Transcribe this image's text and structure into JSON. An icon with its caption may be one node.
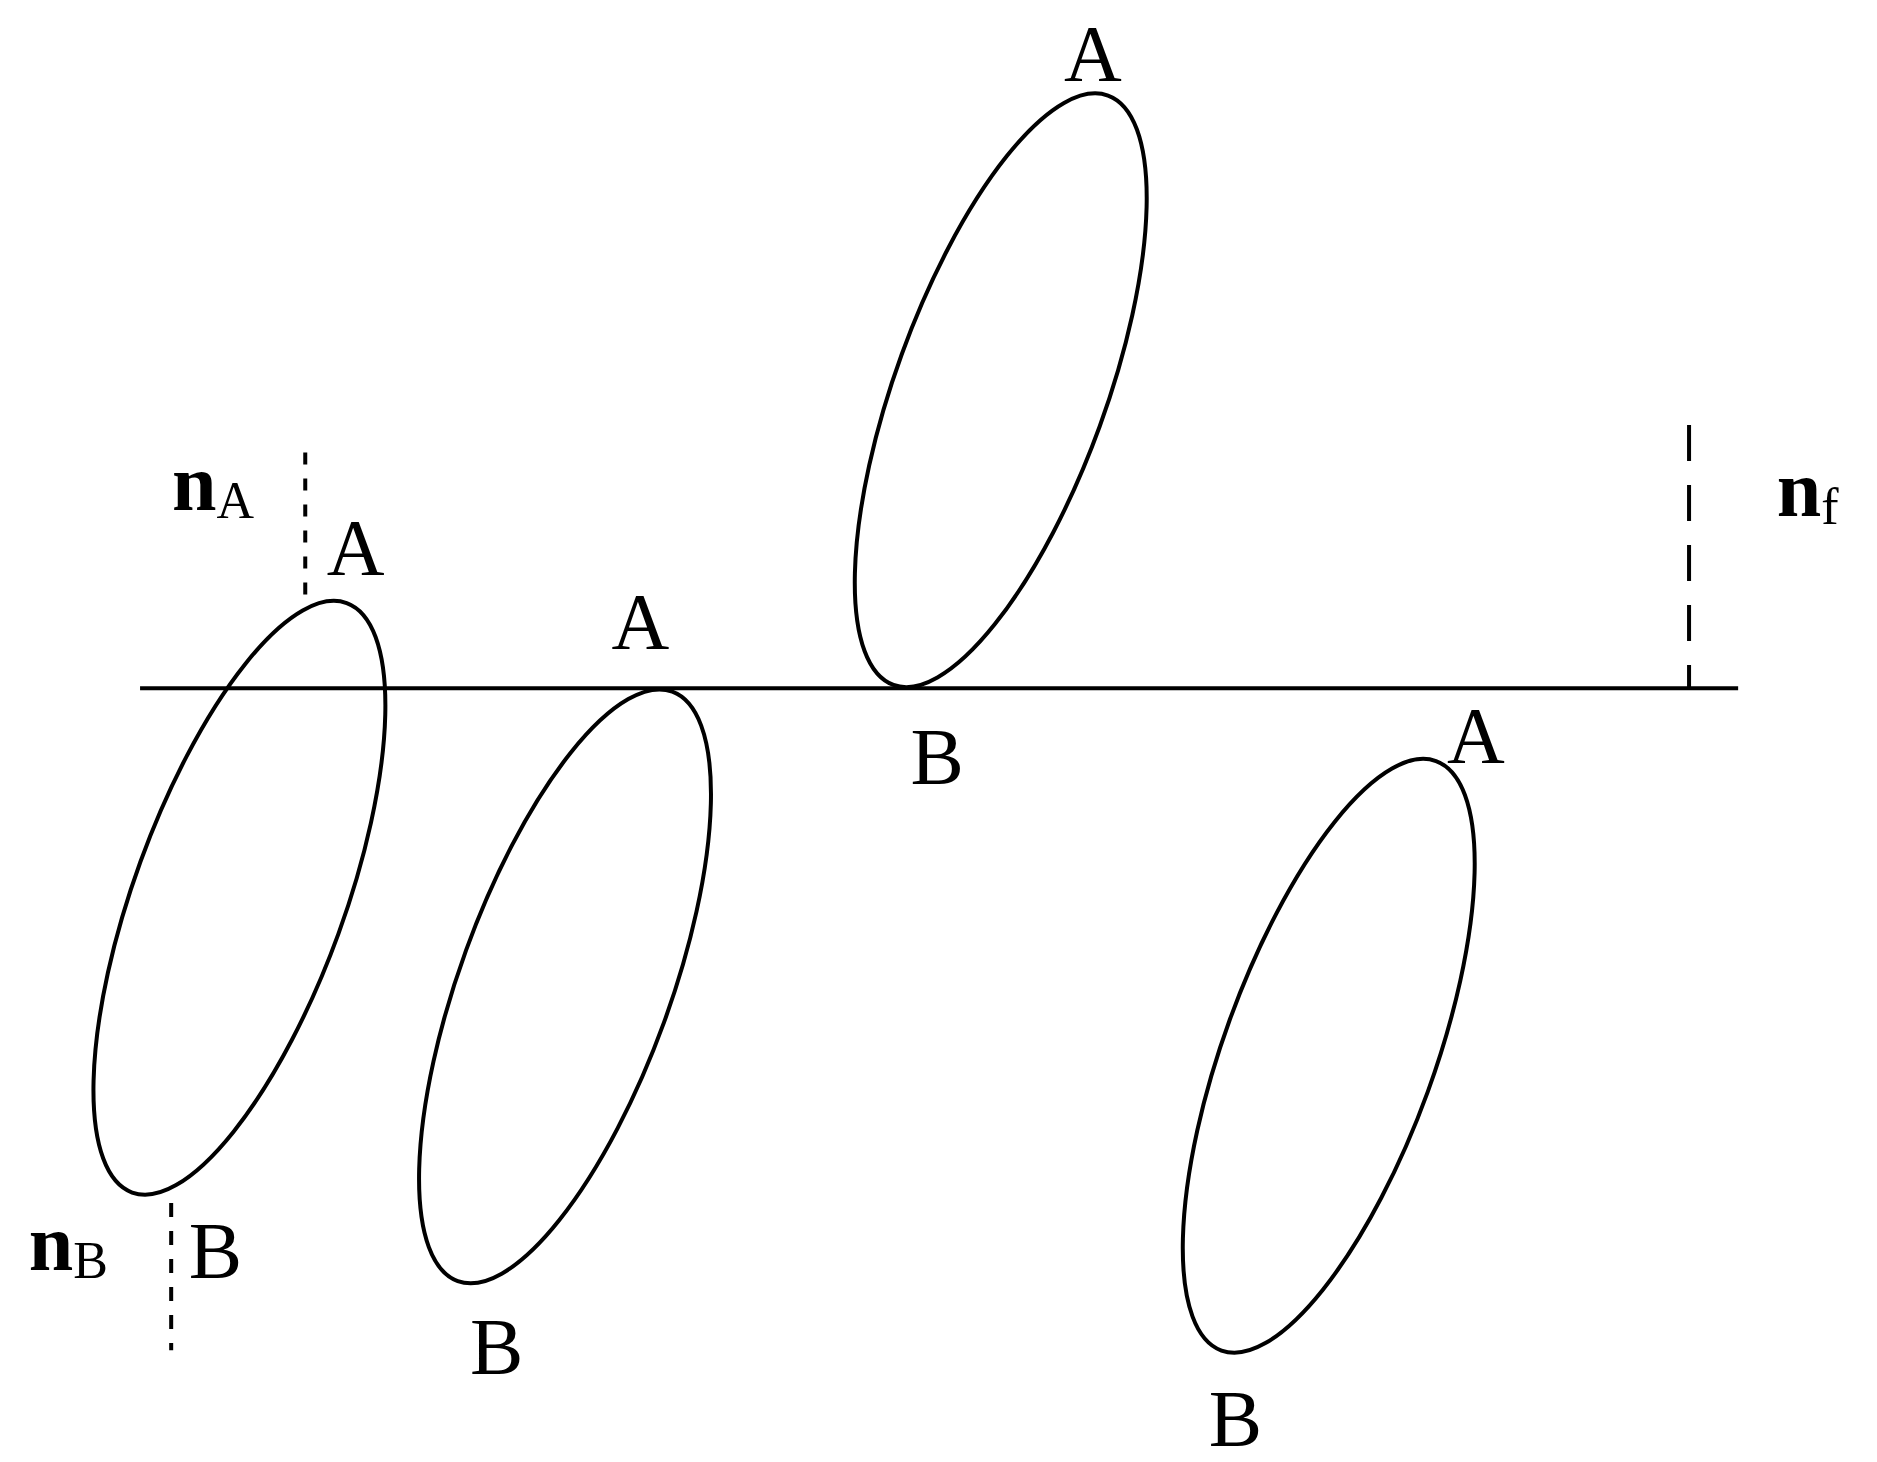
{
  "diagram": {
    "labels": [
      "A",
      "**n**$_{A}$",
      "**n**$_{f}$",
      "A",
      "A",
      "A",
      "B",
      "**n**$_{B}$",
      "B",
      "B",
      "B"
    ]
  }
}
